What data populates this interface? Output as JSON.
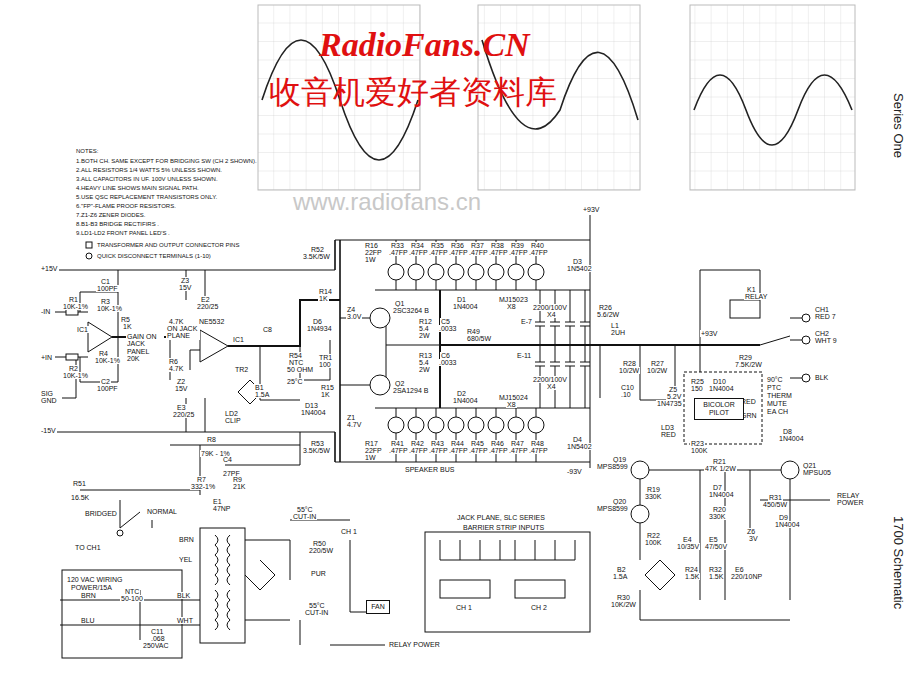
{
  "diagram": {
    "nodes": [
      {
        "text": [
          "FAN"
        ]
      },
      {
        "text": [
          "BICOLOR PILOT"
        ]
      }
    ],
    "labels": [
      "RadioFans.CN",
      "收音机爱好者资料库",
      "www.radiofans.cn",
      "Series One",
      "1700 Schematic",
      "NOTES:",
      "1.BOTH CH. SAME EXCEPT FOR BRIDGING SW (CH 2 SHOWN).",
      "2.ALL RESISTORS 1/4 WATTS 5% UNLESS SHOWN.",
      "3.ALL CAPACITORS IN UF. 100V UNLESS SHOWN.",
      "4.HEAVY LINE SHOWS MAIN SIGNAL PATH.",
      "5.USE QSC REPLACEMENT TRANSISTORS ONLY.",
      "6.\"FP\"-FLAME PROOF RESISTORS.",
      "7.Z1-Z6 ZENER DIODES.",
      "8.B1-B3 BRIDGE RECTIFIRS .",
      "9.LD1-LD2 FRONT PANEL LED'S .",
      "TRANSFORMER AND OUTPUT CONNECTOR PINS",
      "QUICK DISCONNECT TERMINALS (1-10)",
      "+15V",
      "-IN",
      "+IN",
      "SIG GND",
      "-15V",
      "R1",
      "10K-1%",
      "C1",
      "100PF",
      "R3",
      "10K-1%",
      "IC1",
      "R5",
      "1K",
      "GAIN ON JACK PANEL 20K",
      "R4",
      "10K-1%",
      "R2",
      "10K-1%",
      "C2",
      "100PF",
      "Z3",
      "15V",
      "E2",
      "220/25",
      "4.7K",
      "ON JACK PLANE",
      "R6",
      "4.7K",
      "Z2",
      "15V",
      "E3",
      "220/25",
      "NE5532",
      "IC1",
      "C8",
      "TR2",
      "R54",
      "NTC",
      "50 OHM",
      "25°C",
      "TR1",
      "100",
      "B1",
      "1.5A",
      "LD2",
      "CLIP",
      "R14",
      "1K",
      "Z4",
      "3.0V",
      "D6",
      "1N4934",
      "R15",
      "1K",
      "D13",
      "1N4004",
      "Z1",
      "4.7V",
      "R52",
      "3.5K/5W",
      "R53",
      "3.5K/5W",
      "R16",
      "22FP",
      "1W",
      "R33",
      ".47FP",
      "R34",
      ".47FP",
      "R35",
      ".47FP",
      "R36",
      ".47FP",
      "R37",
      ".47FP",
      "R38",
      ".47FP",
      "R39",
      ".47FP",
      "R40",
      ".47FP",
      "R17",
      "22FP",
      "1W",
      "R41",
      ".47FP",
      "R42",
      ".47FP",
      "R43",
      ".47FP",
      "R44",
      ".47FP",
      "R45",
      ".47FP",
      "R46",
      ".47FP",
      "R47",
      ".47FP",
      "R48",
      ".47FP",
      "Q1",
      "2SC3264 B",
      "Q2",
      "2SA1294 B",
      "R12",
      "5.4",
      "2W",
      "R13",
      "5.4",
      "2W",
      "C5",
      ".0033",
      "C6",
      ".0033",
      "D1",
      "1N4004",
      "D2",
      "1N4004",
      "MJ15023",
      "X8",
      "MJ15024",
      "X8",
      "D3",
      "1N5402",
      "D4",
      "1N5402",
      "+93V",
      "-93V",
      "2200/100V",
      "X4",
      "2200/100V",
      "X4",
      "E-7",
      "E-11",
      "R49",
      "680/5W",
      "SPEAKER BUS",
      "R26",
      "5.6/2W",
      "L1",
      "2UH",
      "R28",
      "10/2W",
      "R27",
      "10/2W",
      "C10",
      ".10",
      "K1",
      "RELAY",
      "CH1",
      "RED 7",
      "CH2",
      "WHT 9",
      "BLK",
      "+93V",
      "R29",
      "7.5K/2W",
      "90°C",
      "PTC",
      "THERM",
      "MUTE",
      "EA CH",
      "Z5",
      "5.2V",
      "1N4735",
      "R25",
      "150",
      "D10",
      "1N4004",
      "RED",
      "GRN",
      "D8",
      "1N4004",
      "LD3",
      "RED",
      "R23",
      "100K",
      "R21",
      "47K 1/2W",
      "Q19",
      "MPS8599",
      "Q21",
      "MPSU05",
      "R19",
      "330K",
      "D7",
      "1N4004",
      "Q20",
      "MPS8599",
      "R20",
      "330K",
      "R31",
      "450/5W",
      "RELAY POWER",
      "D9",
      "1N4004",
      "R22",
      "100K",
      "E4",
      "10/35V",
      "E5",
      "47/50V",
      "Z6",
      "3V",
      "B2",
      "1.5A",
      "R24",
      "1.5K",
      "R32",
      "1.5K",
      "E6",
      "220/10NP",
      "R30",
      "10K/2W",
      "R8",
      "79K - 1%",
      "C4",
      "27PF",
      "R7",
      "332-1%",
      "R9",
      "21K",
      "R51",
      "16.5K",
      "E1",
      "47NP",
      "BRIDGED",
      "NORMAL",
      "TO CH1",
      "120 VAC WIRING",
      "POWER/15A",
      "BRN",
      "BLU",
      "NTC",
      "50-100",
      "BLK",
      "WHT",
      "C11",
      ".068",
      "250VAC",
      "BRN",
      "YEL",
      "55°C",
      "CUT-IN",
      "CH 1",
      "R50",
      "220/5W",
      "PUR",
      "55°C",
      "CUT-IN",
      "RELAY POWER",
      "JACK PLANE, SLC SERIES",
      "BARRIER STRIP INPUTS",
      "CH 1",
      "CH 2"
    ]
  }
}
